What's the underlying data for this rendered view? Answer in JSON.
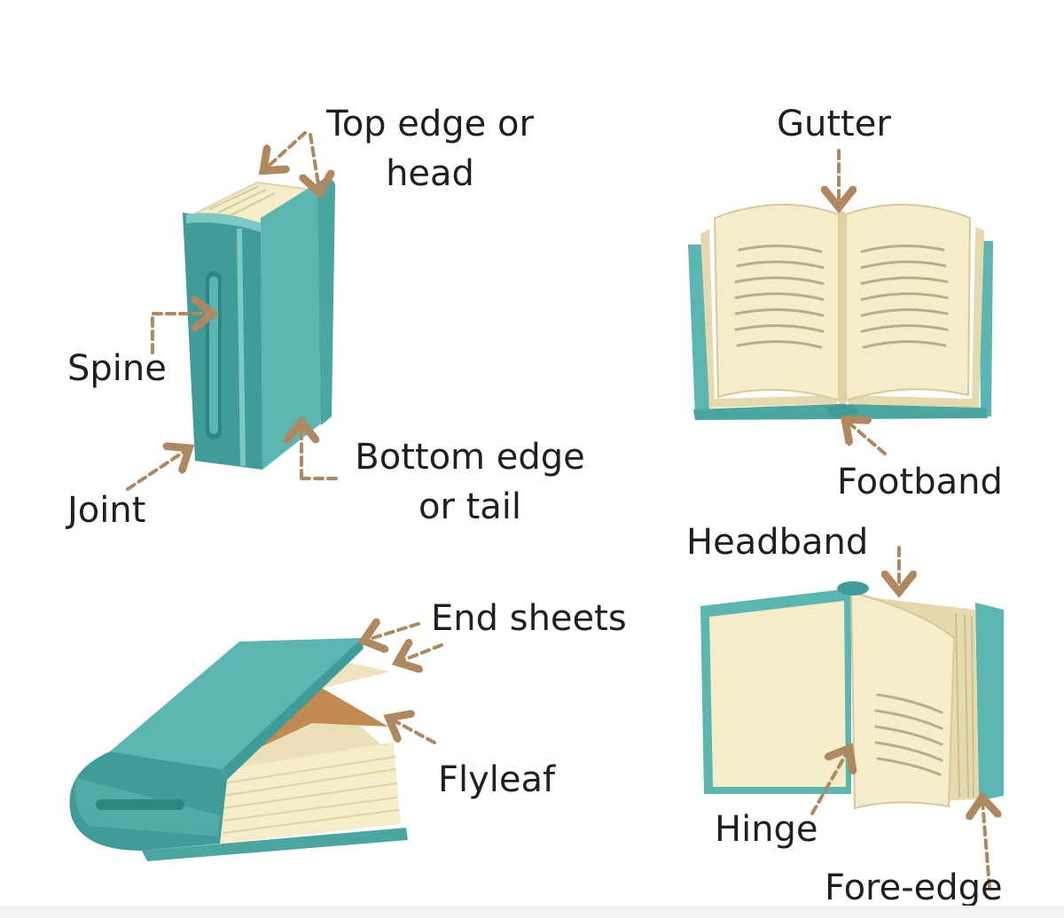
{
  "labels": {
    "top_edge": [
      "Top edge or",
      "head"
    ],
    "spine": "Spine",
    "joint": "Joint",
    "bottom_edge": [
      "Bottom edge",
      "or tail"
    ],
    "gutter": "Gutter",
    "footband": "Footband",
    "headband": "Headband",
    "end_sheets": "End sheets",
    "flyleaf": "Flyleaf",
    "hinge": "Hinge",
    "fore_edge": "Fore-edge"
  },
  "colors": {
    "cover": "#5bb5b0",
    "cover_dark": "#3f9c98",
    "cover_light": "#7cc9c3",
    "page": "#f5ecc9",
    "page_shade": "#e6d9ad",
    "page_line": "#b9ad86",
    "flyleaf": "#c08a50",
    "arrow": "#b08860",
    "text": "#1f1f1f"
  }
}
